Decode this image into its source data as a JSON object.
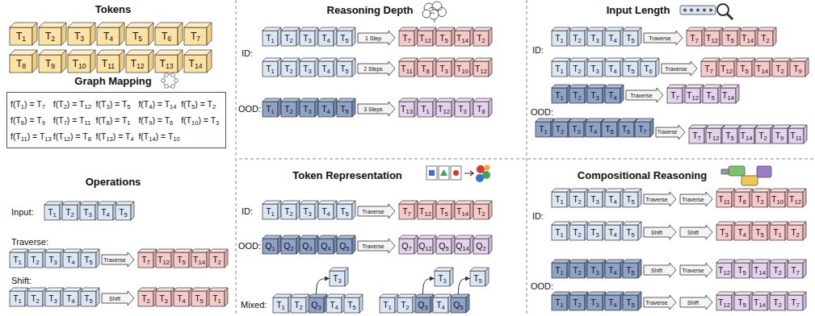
{
  "diagram": {
    "nodes": [
      {
        "text": [
          "T1"
        ]
      },
      {
        "text": [
          "T2"
        ]
      },
      {
        "text": [
          "T3"
        ]
      },
      {
        "text": [
          "T4"
        ]
      },
      {
        "text": [
          "T5"
        ]
      },
      {
        "text": [
          "T6"
        ]
      },
      {
        "text": [
          "T7"
        ]
      },
      {
        "text": [
          "T8"
        ]
      },
      {
        "text": [
          "T9"
        ]
      },
      {
        "text": [
          "T10"
        ]
      },
      {
        "text": [
          "T11"
        ]
      },
      {
        "text": [
          "T12"
        ]
      },
      {
        "text": [
          "T13"
        ]
      },
      {
        "text": [
          "T14"
        ]
      },
      {
        "text": [
          "f(T1) = T7",
          "f(T2) = T12",
          "f(T3) = T5",
          "f(T4) = T14",
          "f(T5) = T2",
          "f(T6) = T9",
          "f(T7) = T11",
          "f(T8) = T1",
          "f(T9) = T6",
          "f(T10) = T3",
          "f(T11) = T13",
          "f(T12) = T8",
          "f(T13) = T4",
          "f(T14) = T10"
        ]
      },
      {
        "text": [
          "T1"
        ]
      },
      {
        "text": [
          "T2"
        ]
      },
      {
        "text": [
          "T3"
        ]
      },
      {
        "text": [
          "T4"
        ]
      },
      {
        "text": [
          "T5"
        ]
      },
      {
        "text": [
          "T1"
        ]
      },
      {
        "text": [
          "T2"
        ]
      },
      {
        "text": [
          "T3"
        ]
      },
      {
        "text": [
          "T4"
        ]
      },
      {
        "text": [
          "T5"
        ]
      },
      {
        "text": [
          "Traverse"
        ]
      },
      {
        "text": [
          "T7"
        ]
      },
      {
        "text": [
          "T12"
        ]
      },
      {
        "text": [
          "T5"
        ]
      },
      {
        "text": [
          "T14"
        ]
      },
      {
        "text": [
          "T2"
        ]
      },
      {
        "text": [
          "T1"
        ]
      },
      {
        "text": [
          "T2"
        ]
      },
      {
        "text": [
          "T3"
        ]
      },
      {
        "text": [
          "T4"
        ]
      },
      {
        "text": [
          "T5"
        ]
      },
      {
        "text": [
          "Shift"
        ]
      },
      {
        "text": [
          "T2"
        ]
      },
      {
        "text": [
          "T3"
        ]
      },
      {
        "text": [
          "T4"
        ]
      },
      {
        "text": [
          "T5"
        ]
      },
      {
        "text": [
          "T1"
        ]
      },
      {
        "text": [
          "T1"
        ]
      },
      {
        "text": [
          "T2"
        ]
      },
      {
        "text": [
          "T3"
        ]
      },
      {
        "text": [
          "T4"
        ]
      },
      {
        "text": [
          "T5"
        ]
      },
      {
        "text": [
          "1 Step"
        ]
      },
      {
        "text": [
          "T7"
        ]
      },
      {
        "text": [
          "T12"
        ]
      },
      {
        "text": [
          "T5"
        ]
      },
      {
        "text": [
          "T14"
        ]
      },
      {
        "text": [
          "T2"
        ]
      },
      {
        "text": [
          "T1"
        ]
      },
      {
        "text": [
          "T2"
        ]
      },
      {
        "text": [
          "T3"
        ]
      },
      {
        "text": [
          "T4"
        ]
      },
      {
        "text": [
          "T5"
        ]
      },
      {
        "text": [
          "2 Steps"
        ]
      },
      {
        "text": [
          "T11"
        ]
      },
      {
        "text": [
          "T8"
        ]
      },
      {
        "text": [
          "T3"
        ]
      },
      {
        "text": [
          "T10"
        ]
      },
      {
        "text": [
          "T12"
        ]
      },
      {
        "text": [
          "T1"
        ]
      },
      {
        "text": [
          "T2"
        ]
      },
      {
        "text": [
          "T3"
        ]
      },
      {
        "text": [
          "T4"
        ]
      },
      {
        "text": [
          "T5"
        ]
      },
      {
        "text": [
          "3 Steps"
        ]
      },
      {
        "text": [
          "T13"
        ]
      },
      {
        "text": [
          "T1"
        ]
      },
      {
        "text": [
          "T12"
        ]
      },
      {
        "text": [
          "T3"
        ]
      },
      {
        "text": [
          "T8"
        ]
      },
      {
        "text": [
          "T1"
        ]
      },
      {
        "text": [
          "T2"
        ]
      },
      {
        "text": [
          "T3"
        ]
      },
      {
        "text": [
          "T4"
        ]
      },
      {
        "text": [
          "T5"
        ]
      },
      {
        "text": [
          "Traverse"
        ]
      },
      {
        "text": [
          "T7"
        ]
      },
      {
        "text": [
          "T12"
        ]
      },
      {
        "text": [
          "T5"
        ]
      },
      {
        "text": [
          "T14"
        ]
      },
      {
        "text": [
          "T2"
        ]
      },
      {
        "text": [
          "T1"
        ]
      },
      {
        "text": [
          "T2"
        ]
      },
      {
        "text": [
          "T3"
        ]
      },
      {
        "text": [
          "T4"
        ]
      },
      {
        "text": [
          "T5"
        ]
      },
      {
        "text": [
          "T6"
        ]
      },
      {
        "text": [
          "Traverse"
        ]
      },
      {
        "text": [
          "T7"
        ]
      },
      {
        "text": [
          "T12"
        ]
      },
      {
        "text": [
          "T5"
        ]
      },
      {
        "text": [
          "T14"
        ]
      },
      {
        "text": [
          "T2"
        ]
      },
      {
        "text": [
          "T9"
        ]
      },
      {
        "text": [
          "T1"
        ]
      },
      {
        "text": [
          "T2"
        ]
      },
      {
        "text": [
          "T3"
        ]
      },
      {
        "text": [
          "T4"
        ]
      },
      {
        "text": [
          "Traverse"
        ]
      },
      {
        "text": [
          "T7"
        ]
      },
      {
        "text": [
          "T12"
        ]
      },
      {
        "text": [
          "T5"
        ]
      },
      {
        "text": [
          "T14"
        ]
      },
      {
        "text": [
          "T1"
        ]
      },
      {
        "text": [
          "T2"
        ]
      },
      {
        "text": [
          "T3"
        ]
      },
      {
        "text": [
          "T4"
        ]
      },
      {
        "text": [
          "T5"
        ]
      },
      {
        "text": [
          "T6"
        ]
      },
      {
        "text": [
          "T7"
        ]
      },
      {
        "text": [
          "Traverse"
        ]
      },
      {
        "text": [
          "T7"
        ]
      },
      {
        "text": [
          "T12"
        ]
      },
      {
        "text": [
          "T5"
        ]
      },
      {
        "text": [
          "T14"
        ]
      },
      {
        "text": [
          "T2"
        ]
      },
      {
        "text": [
          "T9"
        ]
      },
      {
        "text": [
          "T11"
        ]
      },
      {
        "text": [
          "T1"
        ]
      },
      {
        "text": [
          "T2"
        ]
      },
      {
        "text": [
          "T3"
        ]
      },
      {
        "text": [
          "T4"
        ]
      },
      {
        "text": [
          "T5"
        ]
      },
      {
        "text": [
          "Traverse"
        ]
      },
      {
        "text": [
          "T7"
        ]
      },
      {
        "text": [
          "T12"
        ]
      },
      {
        "text": [
          "T5"
        ]
      },
      {
        "text": [
          "T14"
        ]
      },
      {
        "text": [
          "T2"
        ]
      },
      {
        "text": [
          "Q1"
        ]
      },
      {
        "text": [
          "Q2"
        ]
      },
      {
        "text": [
          "Q3"
        ]
      },
      {
        "text": [
          "Q4"
        ]
      },
      {
        "text": [
          "Q5"
        ]
      },
      {
        "text": [
          "Traverse"
        ]
      },
      {
        "text": [
          "Q7"
        ]
      },
      {
        "text": [
          "Q12"
        ]
      },
      {
        "text": [
          "Q5"
        ]
      },
      {
        "text": [
          "Q14"
        ]
      },
      {
        "text": [
          "Q2"
        ]
      },
      {
        "text": [
          "T1"
        ]
      },
      {
        "text": [
          "T2"
        ]
      },
      {
        "text": [
          "Q3"
        ]
      },
      {
        "text": [
          "T4"
        ]
      },
      {
        "text": [
          "T5"
        ]
      },
      {
        "text": [
          "T3"
        ]
      },
      {
        "text": [
          "T1"
        ]
      },
      {
        "text": [
          "T2"
        ]
      },
      {
        "text": [
          "Q3"
        ]
      },
      {
        "text": [
          "T4"
        ]
      },
      {
        "text": [
          "Q5"
        ]
      },
      {
        "text": [
          "T3"
        ]
      },
      {
        "text": [
          "T5"
        ]
      },
      {
        "text": [
          "T1"
        ]
      },
      {
        "text": [
          "T2"
        ]
      },
      {
        "text": [
          "T3"
        ]
      },
      {
        "text": [
          "T4"
        ]
      },
      {
        "text": [
          "T5"
        ]
      },
      {
        "text": [
          "Traverse"
        ]
      },
      {
        "text": [
          "Traverse"
        ]
      },
      {
        "text": [
          "T11"
        ]
      },
      {
        "text": [
          "T8"
        ]
      },
      {
        "text": [
          "T2"
        ]
      },
      {
        "text": [
          "T10"
        ]
      },
      {
        "text": [
          "T12"
        ]
      },
      {
        "text": [
          "T1"
        ]
      },
      {
        "text": [
          "T2"
        ]
      },
      {
        "text": [
          "T3"
        ]
      },
      {
        "text": [
          "T4"
        ]
      },
      {
        "text": [
          "T5"
        ]
      },
      {
        "text": [
          "Shift"
        ]
      },
      {
        "text": [
          "Shift"
        ]
      },
      {
        "text": [
          "T3"
        ]
      },
      {
        "text": [
          "T4"
        ]
      },
      {
        "text": [
          "T5"
        ]
      },
      {
        "text": [
          "T1"
        ]
      },
      {
        "text": [
          "T2"
        ]
      },
      {
        "text": [
          "T1"
        ]
      },
      {
        "text": [
          "T2"
        ]
      },
      {
        "text": [
          "T3"
        ]
      },
      {
        "text": [
          "T4"
        ]
      },
      {
        "text": [
          "T5"
        ]
      },
      {
        "text": [
          "Shift"
        ]
      },
      {
        "text": [
          "Traverse"
        ]
      },
      {
        "text": [
          "T12"
        ]
      },
      {
        "text": [
          "T5"
        ]
      },
      {
        "text": [
          "T14"
        ]
      },
      {
        "text": [
          "T2"
        ]
      },
      {
        "text": [
          "T7"
        ]
      },
      {
        "text": [
          "T1"
        ]
      },
      {
        "text": [
          "T2"
        ]
      },
      {
        "text": [
          "T3"
        ]
      },
      {
        "text": [
          "T4"
        ]
      },
      {
        "text": [
          "T5"
        ]
      },
      {
        "text": [
          "Traverse"
        ]
      },
      {
        "text": [
          "Shift"
        ]
      },
      {
        "text": [
          "T12"
        ]
      },
      {
        "text": [
          "T5"
        ]
      },
      {
        "text": [
          "T14"
        ]
      },
      {
        "text": [
          "T2"
        ]
      },
      {
        "text": [
          "T7"
        ]
      }
    ],
    "edges": [
      {
        "from": 147,
        "to": 150,
        "arrow": "to"
      },
      {
        "from": 153,
        "to": 156,
        "arrow": "to"
      },
      {
        "from": 155,
        "to": 157,
        "arrow": "to"
      }
    ],
    "labels": [
      "Tokens",
      "Graph Mapping",
      "Operations",
      "Input:",
      "Traverse:",
      "Shift:",
      "Reasoning Depth",
      "ID:",
      "OOD:",
      "Input Length",
      "ID:",
      "OOD:",
      "Token Representation",
      "ID:",
      "OOD:",
      "Mixed:",
      "Compositional Reasoning",
      "ID:",
      "OOD:"
    ]
  }
}
